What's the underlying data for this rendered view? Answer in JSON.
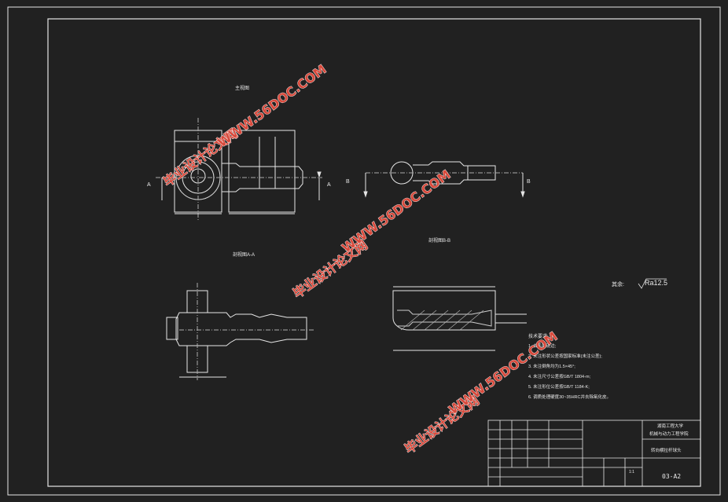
{
  "views": {
    "main_view_title": "主视图",
    "section_aa_title": "剖视图A-A",
    "section_bb_title": "剖视图B-B",
    "section_a_marks": [
      "A",
      "A"
    ],
    "section_b_marks": [
      "B",
      "B"
    ]
  },
  "roughness": {
    "prefix": "其余:",
    "value": "Ra12.5"
  },
  "tech_requirements": {
    "title": "技术要求:",
    "items": [
      "1. 去毛刺锐边;",
      "2. 未注形状公差按国家标准(未注公差);",
      "3. 未注倒角均为1.5×45°;",
      "4. 未注尺寸公差按GB/T 1804-m;",
      "5. 未注形位公差按GB/T 1184-K;",
      "6. 调质处理硬度30~35HRC并去除氧化皮。"
    ]
  },
  "title_block": {
    "school": "湖南工程大学",
    "dept": "机械与动力工程学院",
    "part_name": "转向横拉杆球头",
    "drawing_no": "03-A2",
    "scale": "1:1"
  },
  "watermark": {
    "text": "毕业设计论文网",
    "url": "WWW.56DOC.COM"
  }
}
